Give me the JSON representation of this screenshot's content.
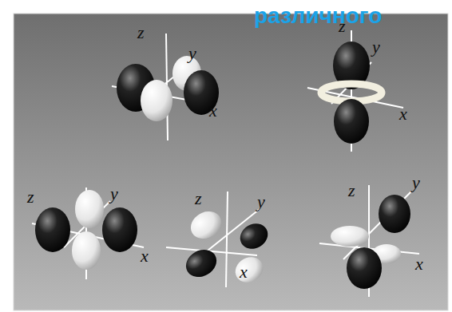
{
  "diagram": {
    "title": "различного",
    "labels": [
      "z",
      "y",
      "x",
      "z",
      "y",
      "x",
      "z",
      "y",
      "x",
      "z",
      "y",
      "x",
      "z",
      "y",
      "x"
    ]
  }
}
